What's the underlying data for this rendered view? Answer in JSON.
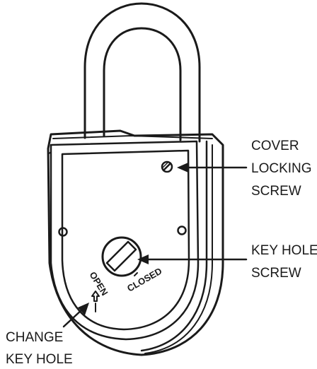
{
  "callouts": {
    "cover_locking_screw": [
      "COVER",
      "LOCKING",
      "SCREW"
    ],
    "key_hole_screw": [
      "KEY HOLE",
      "SCREW"
    ],
    "change_key_hole": [
      "CHANGE",
      "KEY HOLE"
    ]
  },
  "dial": {
    "open": "OPEN",
    "closed": "CLOSED"
  }
}
